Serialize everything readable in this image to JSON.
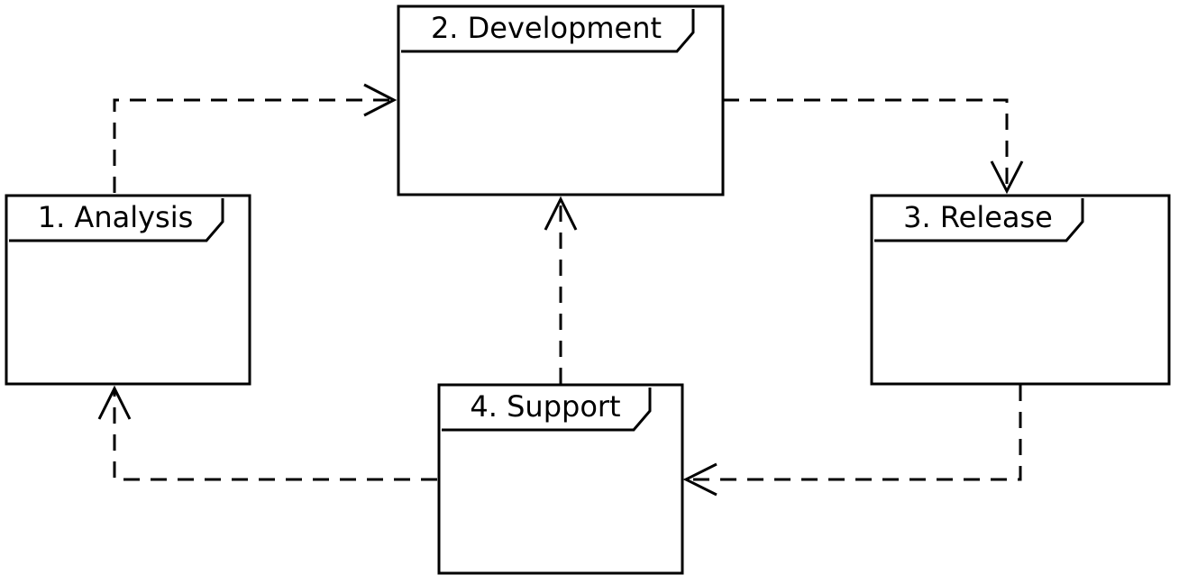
{
  "diagram": {
    "frames": {
      "analysis": {
        "label": "1. Analysis"
      },
      "development": {
        "label": "2. Development"
      },
      "release": {
        "label": "3. Release"
      },
      "support": {
        "label": "4. Support"
      }
    },
    "dependencies": [
      {
        "from": "1. Analysis",
        "to": "2. Development"
      },
      {
        "from": "2. Development",
        "to": "3. Release"
      },
      {
        "from": "3. Release",
        "to": "4. Support"
      },
      {
        "from": "4. Support",
        "to": "2. Development"
      },
      {
        "from": "4. Support",
        "to": "1. Analysis"
      }
    ],
    "colors": {
      "stroke": "#000000",
      "background": "#ffffff"
    }
  }
}
